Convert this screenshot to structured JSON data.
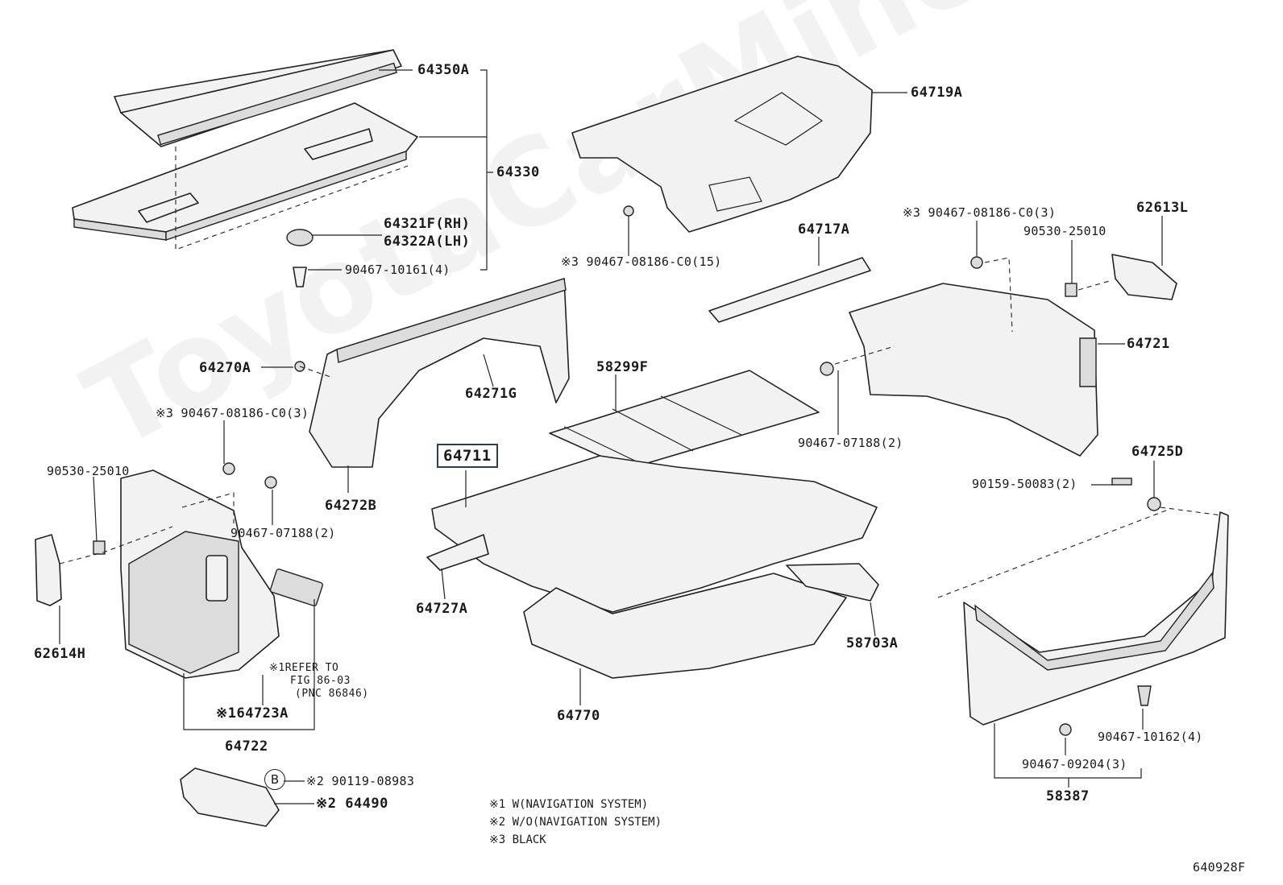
{
  "diagram": {
    "watermark": "ToyotaCarMine.ru",
    "figure_code": "640928F",
    "highlighted_part": "64711",
    "labels": {
      "p64350A": "64350A",
      "p64330": "64330",
      "p64321F": "64321F(RH)",
      "p64322A": "64322A(LH)",
      "p90467_10161": "90467-10161(4)",
      "p64719A": "64719A",
      "p90467_08186_15": "※3 90467-08186-C0(15)",
      "p64717A": "64717A",
      "p90467_08186_3a": "※3 90467-08186-C0(3)",
      "p62613L": "62613L",
      "p90530_25010a": "90530-25010",
      "p64721": "64721",
      "p64270A": "64270A",
      "p64271G": "64271G",
      "p58299F": "58299F",
      "p90467_07188a": "90467-07188(2)",
      "p90467_08186_3b": "※3 90467-08186-C0(3)",
      "p90530_25010b": "90530-25010",
      "p64711": "64711",
      "p64272B": "64272B",
      "p64725D": "64725D",
      "p90159_50083": "90159-50083(2)",
      "p90467_07188b": "90467-07188(2)",
      "p62614H": "62614H",
      "p64727A": "64727A",
      "p58703A": "58703A",
      "p_refer1": "※1REFER TO",
      "p_refer2": "FIG 86-03",
      "p_refer3": "(PNC 86846)",
      "p64723A": "※164723A",
      "p64770": "64770",
      "p90467_10162": "90467-10162(4)",
      "p64722": "64722",
      "p90467_09204": "90467-09204(3)",
      "p58387": "58387",
      "p_b": "B",
      "p90119_08983": "※2 90119-08983",
      "p64490": "※2 64490"
    },
    "legend": [
      "※1 W(NAVIGATION SYSTEM)",
      "※2 W/O(NAVIGATION SYSTEM)",
      "※3 BLACK"
    ]
  }
}
